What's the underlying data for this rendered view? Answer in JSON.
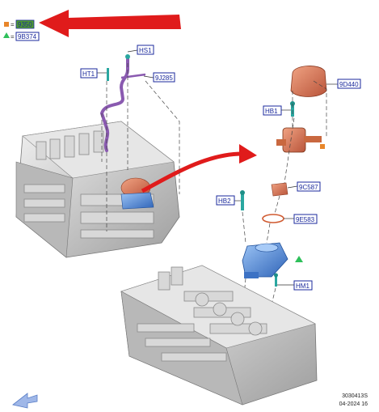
{
  "legend": [
    {
      "code": "9350",
      "marker": "square",
      "color": "#e8862a",
      "highlight": "#4f9a2f"
    },
    {
      "code": "9B374",
      "marker": "triangle",
      "color": "#2ec05a",
      "highlight": ""
    }
  ],
  "legend_equals": "=",
  "labels": {
    "hs1": "HS1",
    "ht1": "HT1",
    "9j285": "9J285",
    "9d440": "9D440",
    "hb1": "HB1",
    "9c587": "9C587",
    "hb2": "HB2",
    "9e583": "9E583",
    "hm1": "HM1"
  },
  "footer": {
    "ref": "3030413S",
    "date": "04-2024 16"
  },
  "colors": {
    "arrow_red": "#e01b1b",
    "part_orange": "#d9734f",
    "part_blue": "#4a86d8",
    "tube_purple": "#8a5ab0",
    "fastener_teal": "#2aa7a0",
    "engine_gray": "#c9c9c9"
  }
}
